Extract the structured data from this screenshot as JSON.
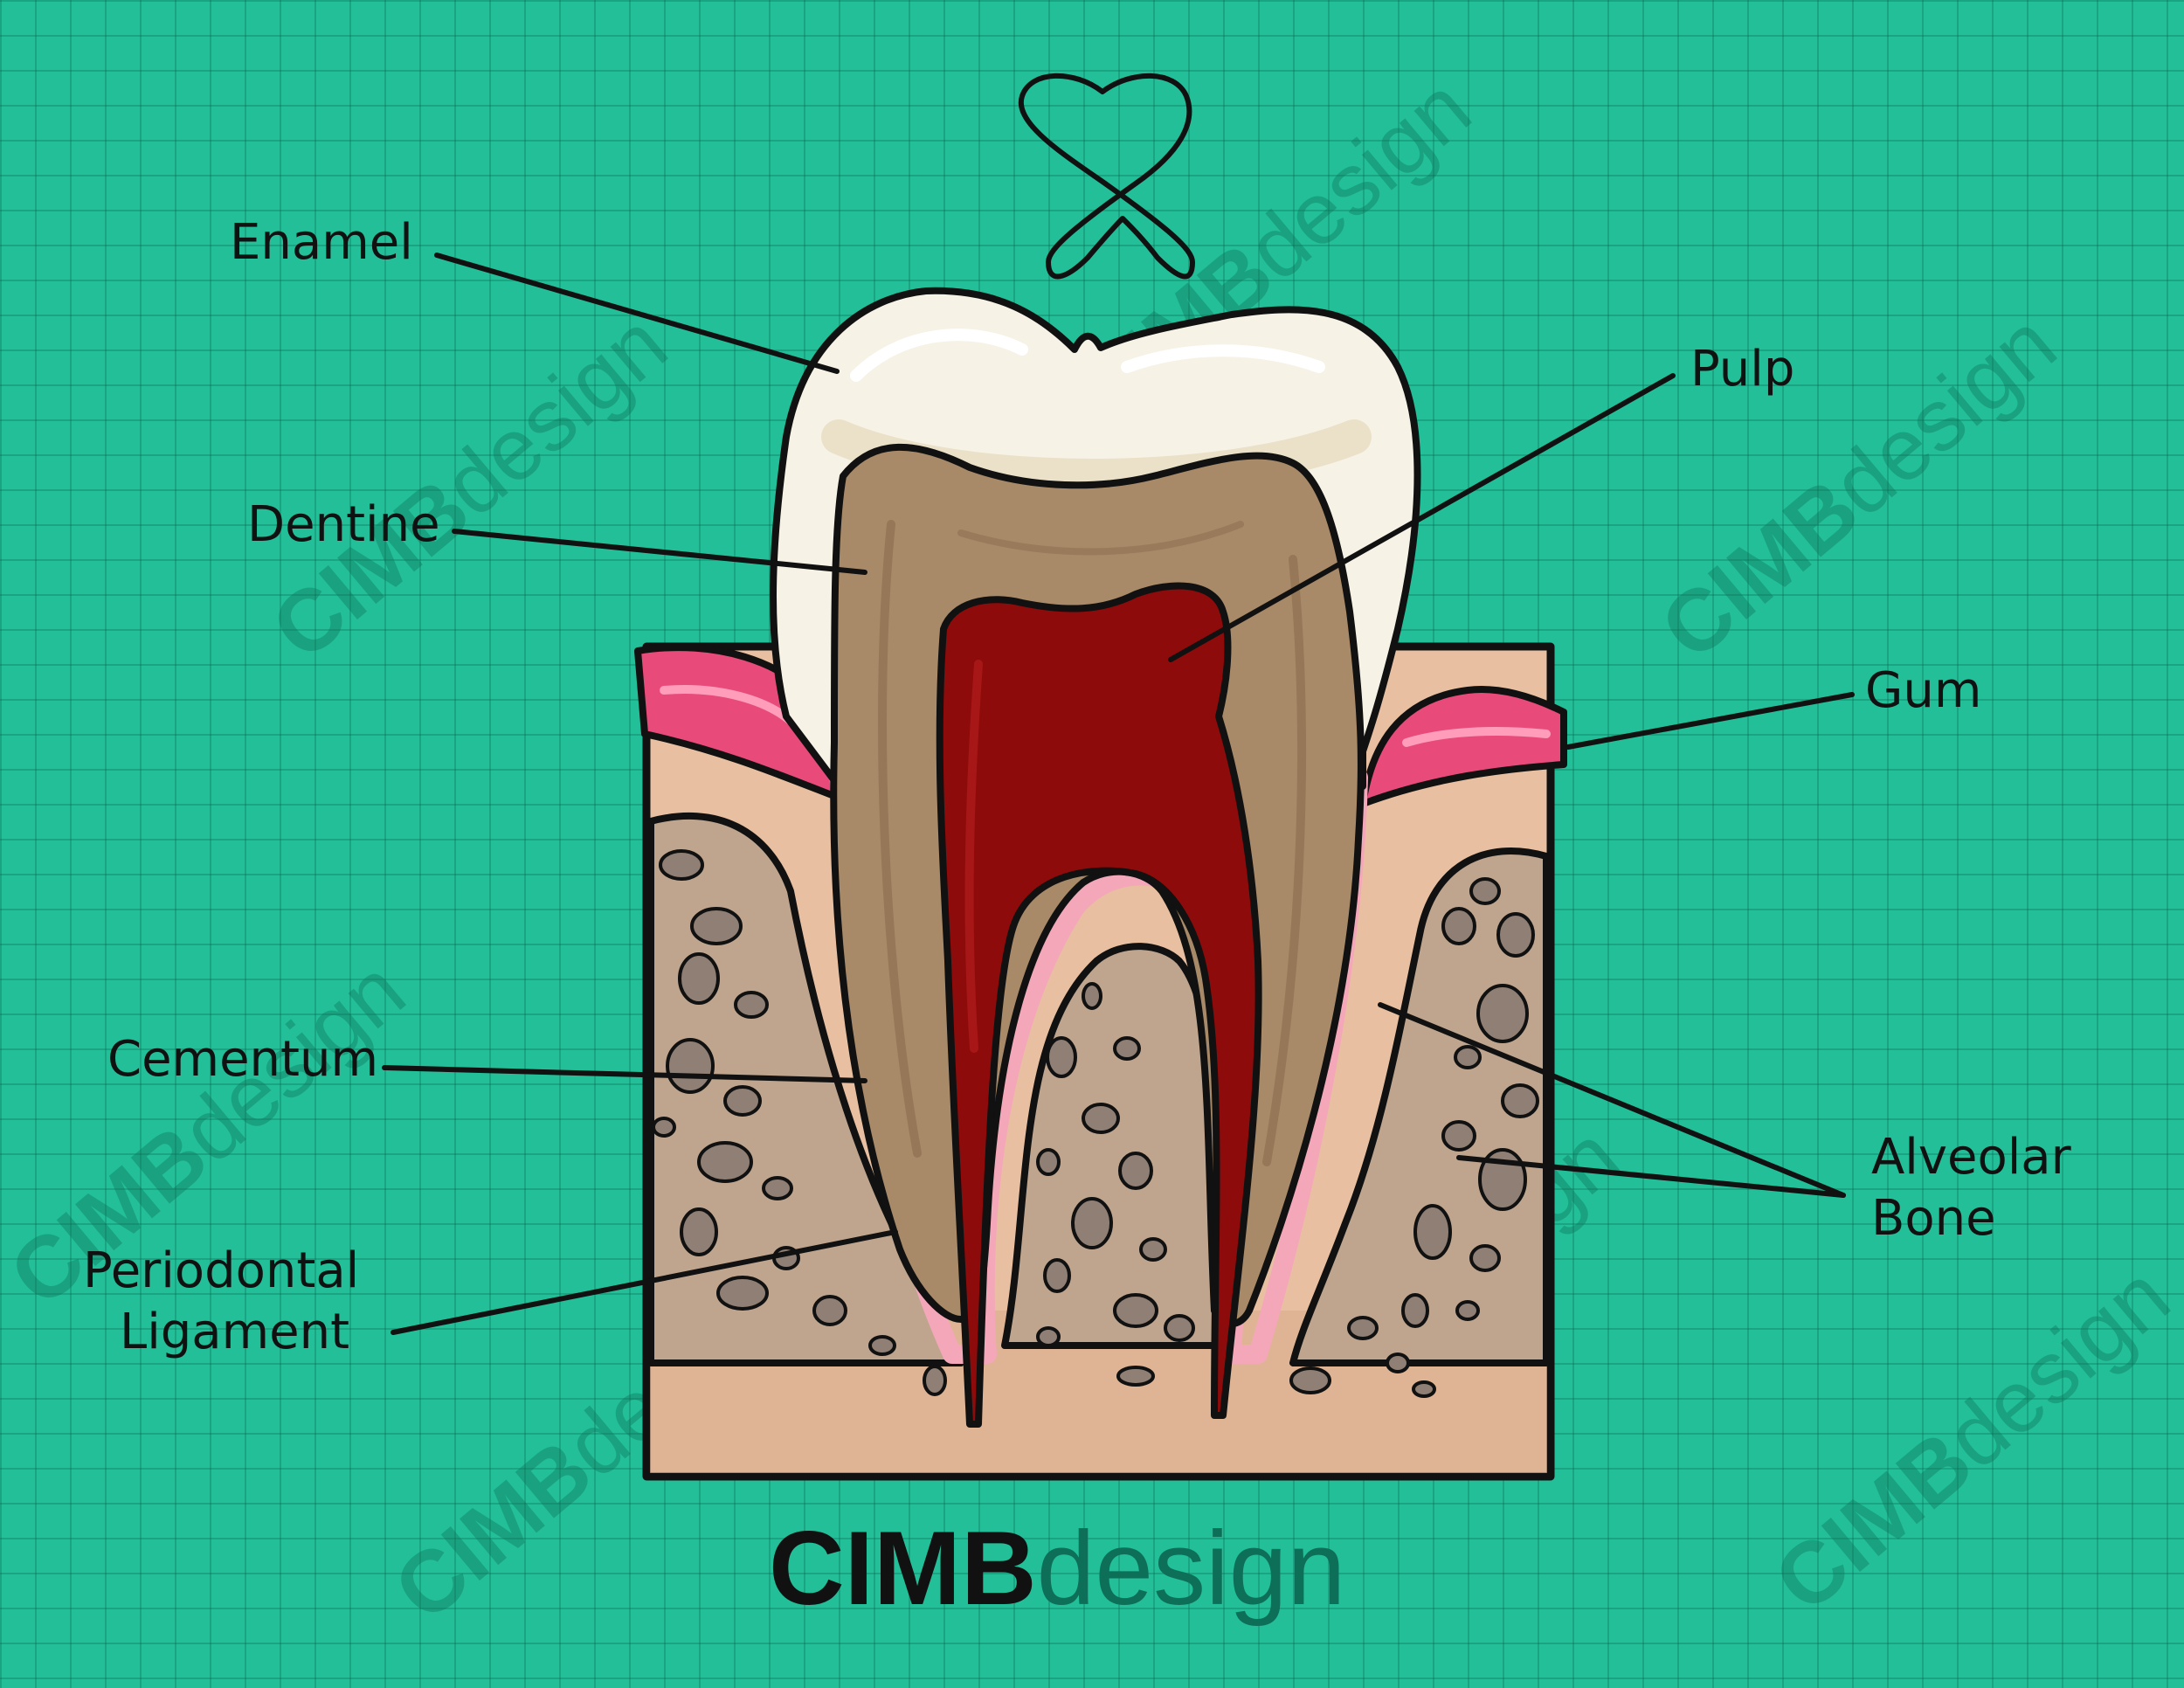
{
  "diagram": {
    "labels": {
      "enamel": "Enamel",
      "dentine": "Dentine",
      "cementum": "Cementum",
      "periodontal_line1": "Periodontal",
      "periodontal_line2": "Ligament",
      "pulp": "Pulp",
      "gum": "Gum",
      "alveolar_line1": "Alveolar",
      "alveolar_line2": "Bone"
    },
    "brand": {
      "bold": "CIMB",
      "light": "design"
    },
    "watermark": {
      "bold": "CIMB",
      "light": "design"
    }
  },
  "colors": {
    "background": "#22bf98",
    "grid": "#0e6f58",
    "enamel": "#f6f2e6",
    "dentine": "#a88a68",
    "pulp": "#8e0b0b",
    "gum": "#e84a7a",
    "bone_tissue": "#f1c7a3",
    "cancellous_bone": "#bfa58e",
    "outline": "#111111"
  },
  "icons": [
    "tooth-logo-icon"
  ]
}
